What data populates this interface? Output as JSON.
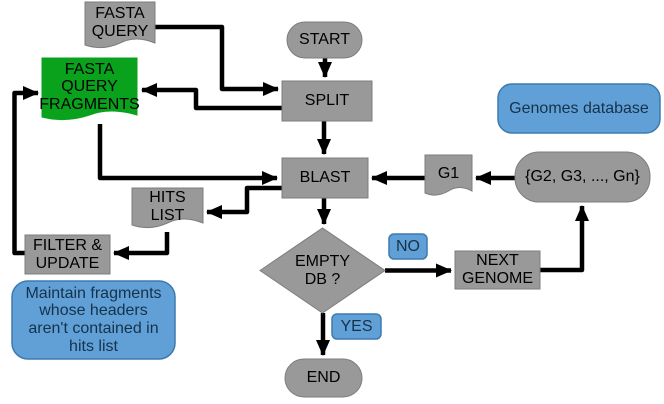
{
  "colors": {
    "gray": "#999999",
    "gray_border": "#7d7d7d",
    "green": "#0aa21c",
    "blue": "#60a0d6",
    "blue_border": "#3c7bb0",
    "blue_text": "#16324b",
    "arrow": "#000000"
  },
  "nodes": {
    "fasta_query": "FASTA\nQUERY",
    "fasta_query_fragments": "FASTA\nQUERY\nFRAGMENTS",
    "start": "START",
    "split": "SPLIT",
    "blast": "BLAST",
    "g1": "G1",
    "genomes_database": "Genomes database",
    "genomes_rest": "{G2, G3, ..., Gn}",
    "hits_list": "HITS\nLIST",
    "filter_update": "FILTER &\nUPDATE",
    "note": "Maintain fragments\nwhose headers\naren't contained in\nhits list",
    "empty_db": "EMPTY\nDB ?",
    "no_badge": "NO",
    "next_genome": "NEXT\nGENOME",
    "yes_badge": "YES",
    "end": "END"
  }
}
